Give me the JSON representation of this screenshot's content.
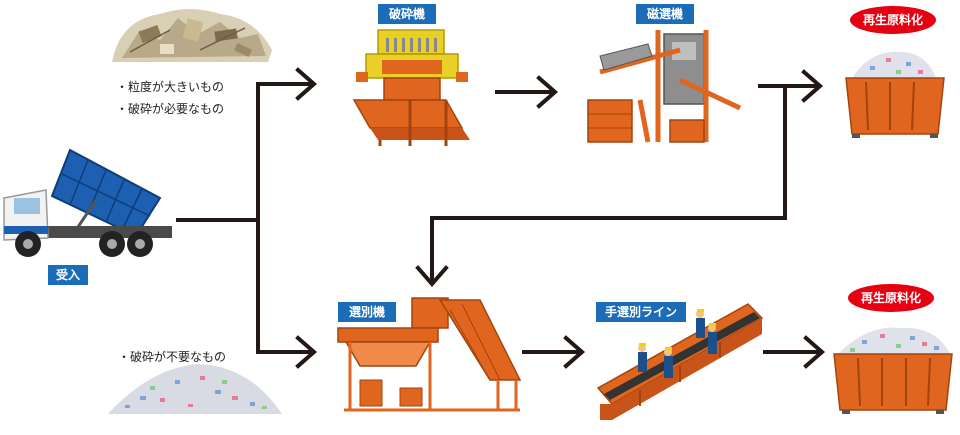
{
  "labels": {
    "receive": "受入",
    "crusher": "破砕機",
    "magnetic_separator": "磁選機",
    "sorter": "選別機",
    "hand_sorting_line": "手選別ライン",
    "recycle_top": "再生原料化",
    "recycle_bottom": "再生原料化"
  },
  "notes": {
    "large_grain": "・粒度が大きいもの",
    "needs_crushing": "・破砕が必要なもの",
    "no_crushing": "・破砕が不要なもの"
  },
  "colors": {
    "label_blue": "#1b6db8",
    "oval_red": "#e60012",
    "machine_orange": "#e0651e",
    "truck_blue": "#1d5fb0",
    "arrow": "#231815"
  },
  "icons": {
    "truck": "dump-truck-icon",
    "debris": "debris-pile-icon",
    "crusher": "crusher-machine-icon",
    "magnet": "magnetic-separator-icon",
    "sorter": "sorting-machine-icon",
    "line": "hand-sorting-line-icon",
    "bin": "recycle-bin-icon"
  }
}
